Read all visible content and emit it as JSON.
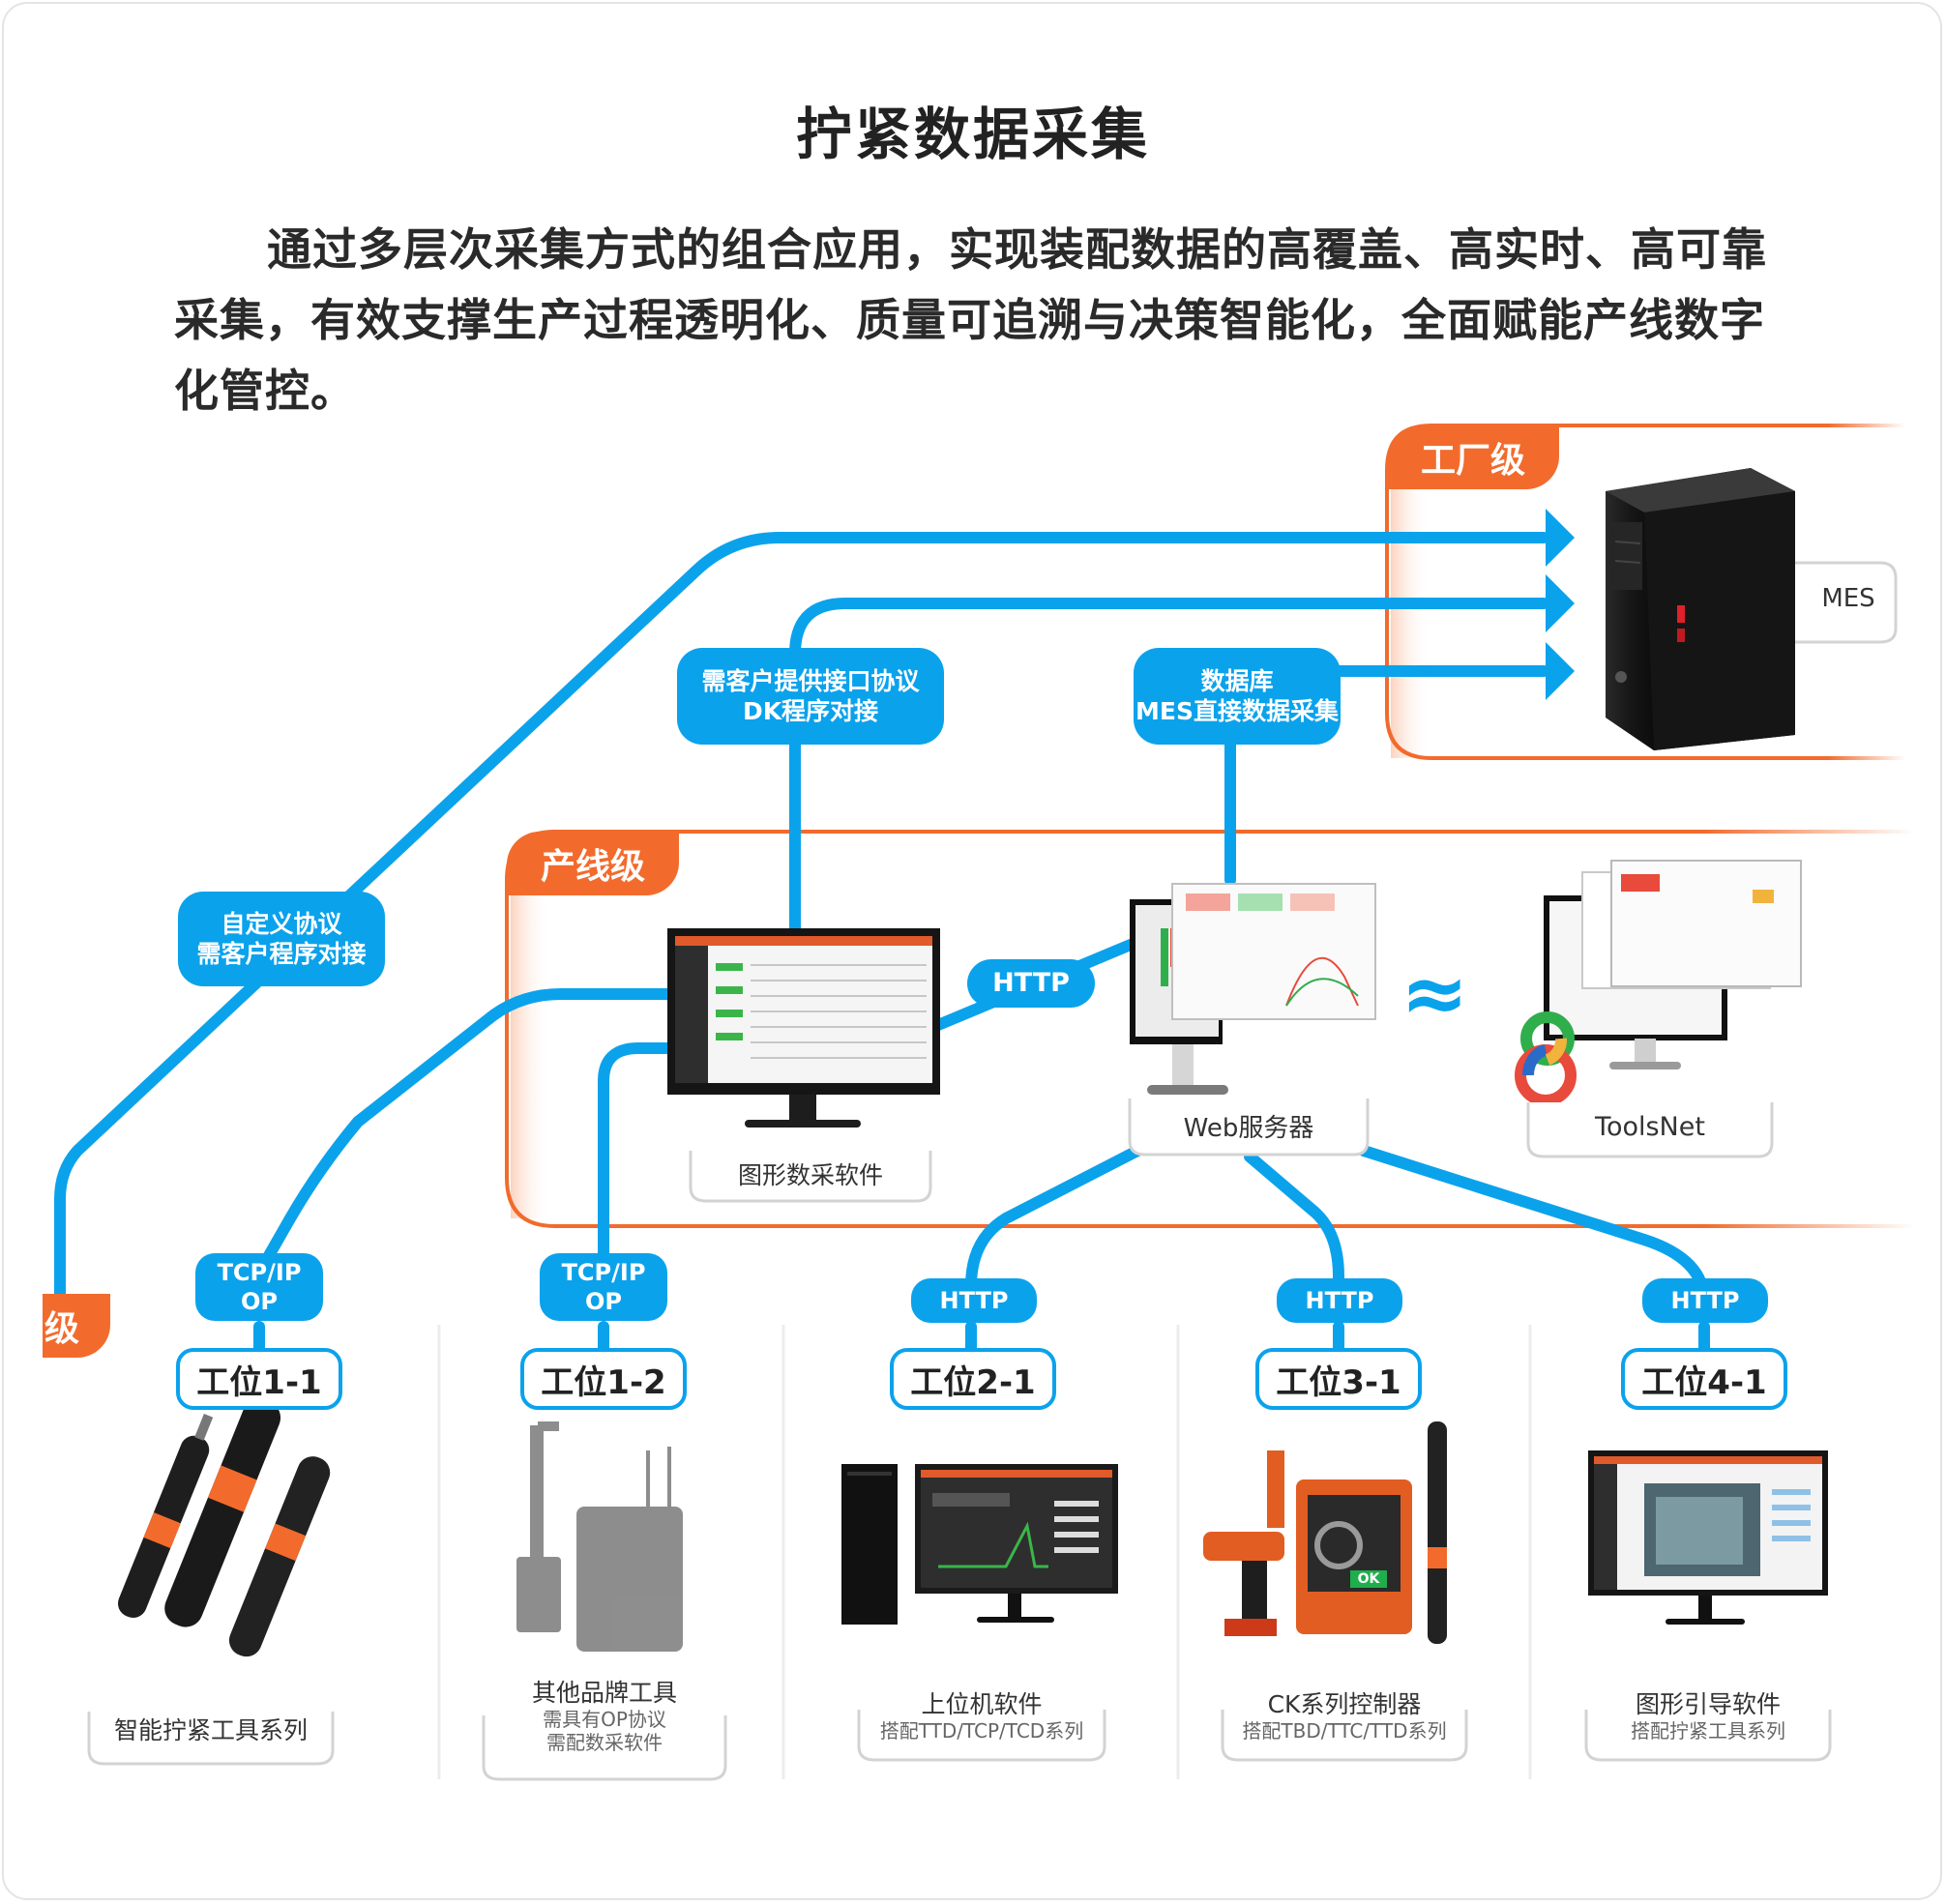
{
  "page": {
    "title": "拧紧数据采集",
    "intro": "通过多层次采集方式的组合应用，实现装配数据的高覆盖、高实时、高可靠采集，有效支撑生产过程透明化、质量可追溯与决策智能化，全面赋能产线数字化管控。"
  },
  "levels": {
    "factory": "工厂级",
    "line": "产线级",
    "station": "级"
  },
  "protocols": {
    "custom_line1": "自定义协议",
    "custom_line2": "需客户程序对接",
    "dk_line1": "需客户提供接口协议",
    "dk_line2": "DK程序对接",
    "db_line1": "数据库",
    "db_line2": "MES直接数据采集",
    "http_main": "HTTP",
    "tcp_1_line1": "TCP/IP",
    "tcp_1_line2": "OP",
    "tcp_2_line1": "TCP/IP",
    "tcp_2_line2": "OP",
    "http_s2": "HTTP",
    "http_s3": "HTTP",
    "http_s4": "HTTP"
  },
  "nodes": {
    "mes": "MES",
    "graphic_software": "图形数采软件",
    "web_server": "Web服务器",
    "toolsnet": "ToolsNet"
  },
  "stations": [
    {
      "label": "工位1-1",
      "caption": "智能拧紧工具系列",
      "sub1": "",
      "sub2": ""
    },
    {
      "label": "工位1-2",
      "caption": "其他品牌工具",
      "sub1": "需具有OP协议",
      "sub2": "需配数采软件"
    },
    {
      "label": "工位2-1",
      "caption": "上位机软件",
      "sub1": "搭配TTD/TCP/TCD系列",
      "sub2": ""
    },
    {
      "label": "工位3-1",
      "caption": "CK系列控制器",
      "sub1": "搭配TBD/TTC/TTD系列",
      "sub2": ""
    },
    {
      "label": "工位4-1",
      "caption": "图形引导软件",
      "sub1": "搭配拧紧工具系列",
      "sub2": ""
    }
  ],
  "screen_ok_label": "OK",
  "colors": {
    "accent_blue": "#0ba2ec",
    "accent_orange": "#f26b2c",
    "text_dark": "#222222"
  },
  "icons": [
    "server-tower-icon",
    "monitor-icon",
    "web-server-monitor-icon",
    "toolsnet-logo-icon",
    "approx-icon",
    "arrow-right-icon",
    "screwdriver-tool-icon",
    "controller-box-icon",
    "pc-tower-icon"
  ]
}
